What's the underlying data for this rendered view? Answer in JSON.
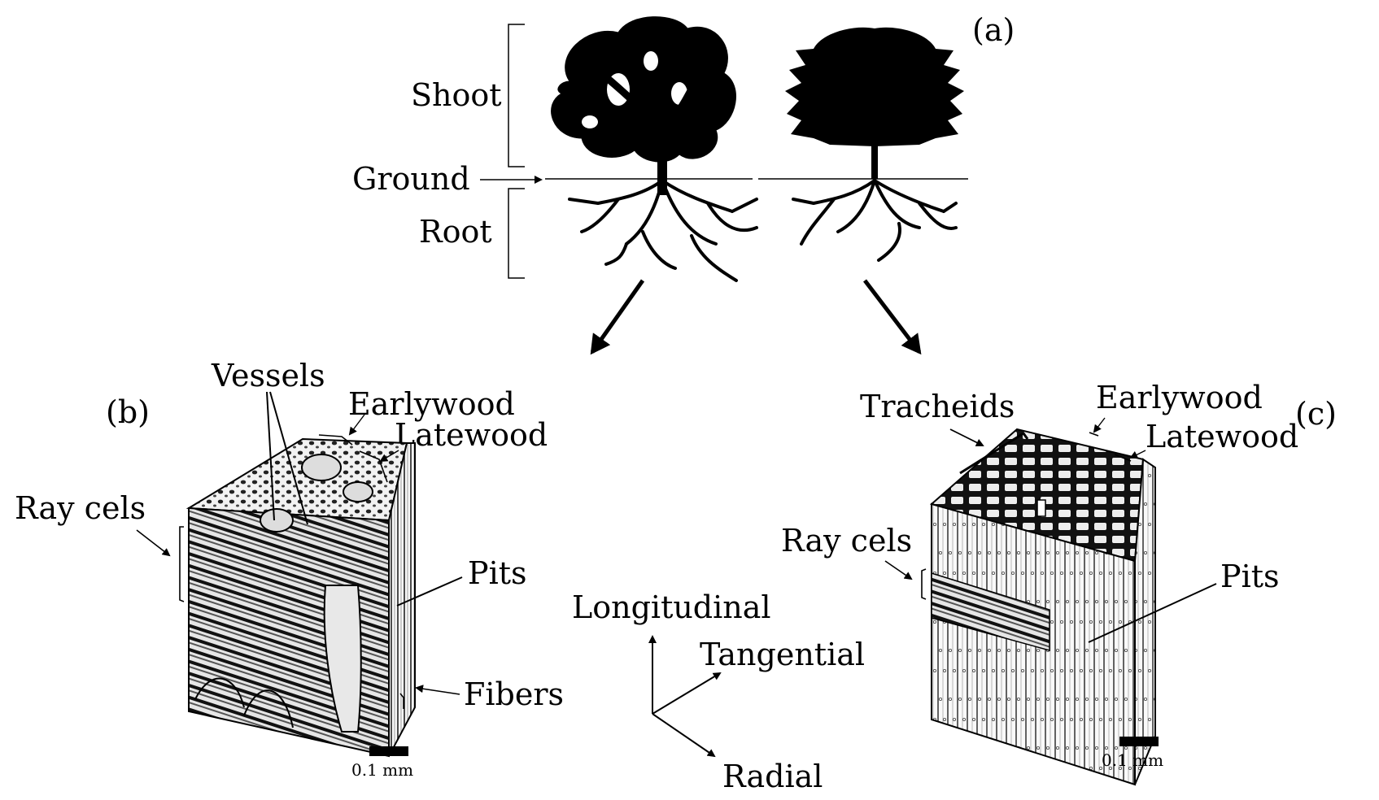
{
  "panel_a": {
    "tag": "(a)",
    "shoot_label": "Shoot",
    "ground_label": "Ground",
    "root_label": "Root"
  },
  "panel_b": {
    "tag": "(b)",
    "vessels": "Vessels",
    "earlywood": "Earlywood",
    "latewood": "Latewood",
    "ray_cells": "Ray cels",
    "pits": "Pits",
    "fibers": "Fibers",
    "scale": "0.1 mm"
  },
  "panel_c": {
    "tag": "(c)",
    "tracheids": "Tracheids",
    "earlywood": "Earlywood",
    "latewood": "Latewood",
    "ray_cells": "Ray cels",
    "pits": "Pits",
    "scale": "0.1 mm"
  },
  "axes": {
    "longitudinal": "Longitudinal",
    "tangential": "Tangential",
    "radial": "Radial"
  }
}
